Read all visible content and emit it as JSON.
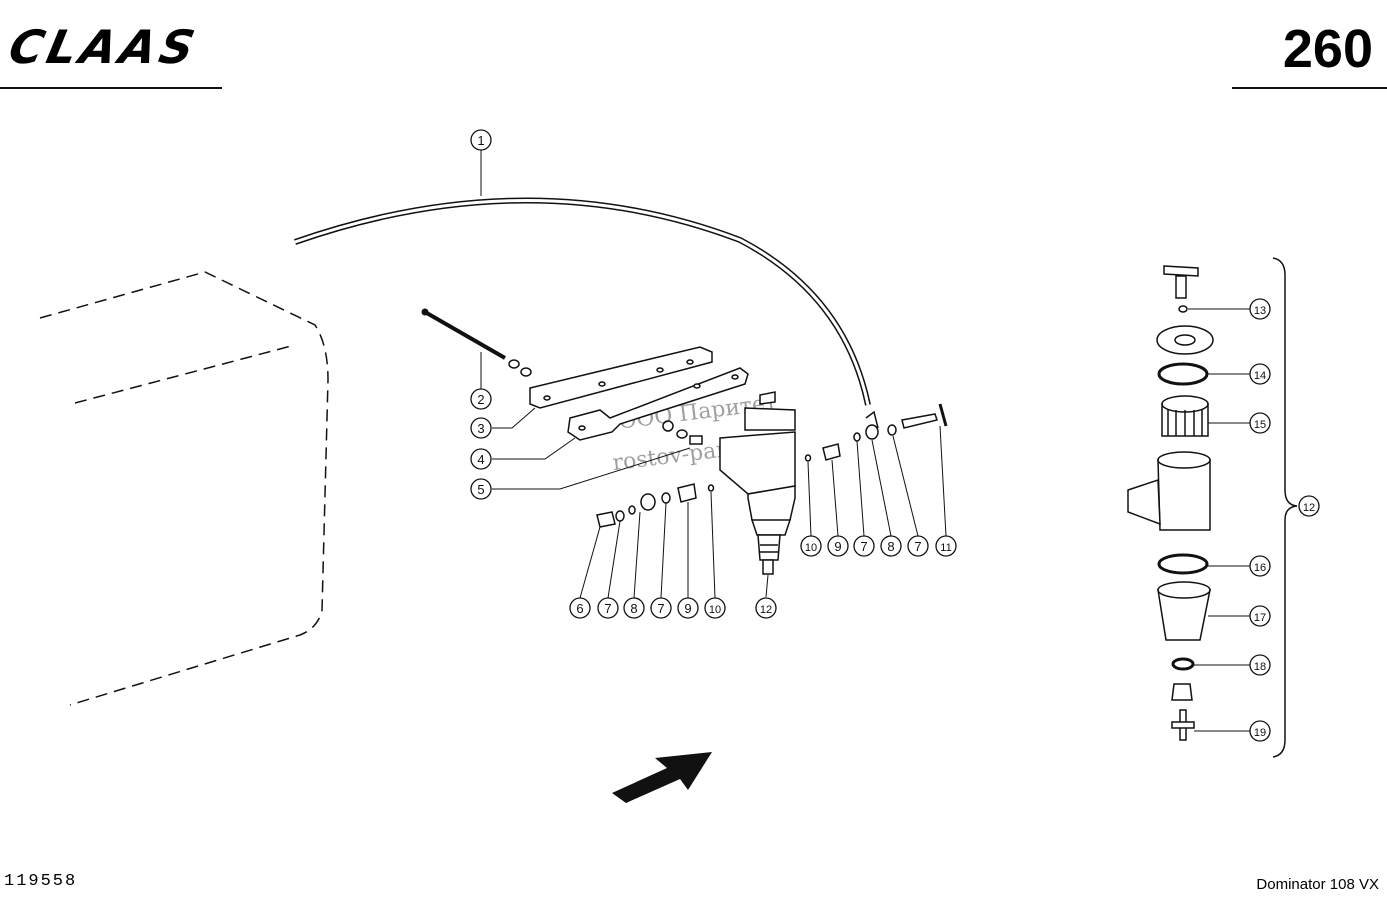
{
  "header": {
    "logo_text": "CLAAS",
    "page_number": "260"
  },
  "footer": {
    "document_number": "119558",
    "model": "Dominator 108 VX"
  },
  "watermark": {
    "line1": "ООО Паритет",
    "line2": "rostov-paritet.ru"
  },
  "callouts": {
    "c1": "1",
    "c2": "2",
    "c3": "3",
    "c4": "4",
    "c5": "5",
    "bottom_left": [
      "6",
      "7",
      "8",
      "7",
      "9",
      "10"
    ],
    "bottom_mid": "12",
    "right_row": [
      "10",
      "9",
      "7",
      "8",
      "7",
      "11"
    ],
    "side": [
      "13",
      "14",
      "15",
      "12",
      "16",
      "17",
      "18",
      "19"
    ]
  },
  "colors": {
    "ink": "#111111",
    "paper": "#ffffff"
  }
}
